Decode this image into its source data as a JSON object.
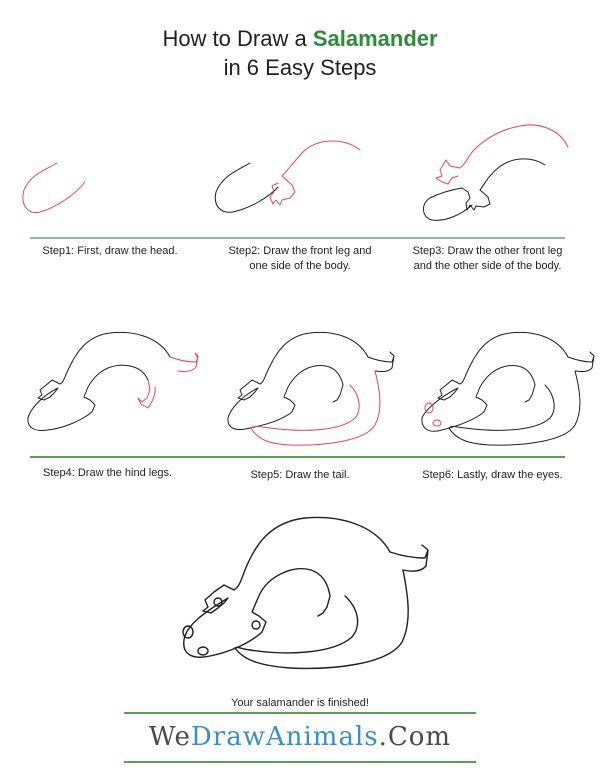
{
  "header": {
    "title_prefix": "How to Draw a ",
    "title_accent": "Salamander",
    "subtitle": "in 6 Easy Steps",
    "accent_color": "#2e8b3a"
  },
  "steps": [
    {
      "label": "Step1: First, draw the head."
    },
    {
      "label": "Step2: Draw the front leg and",
      "label2": "one side of the body."
    },
    {
      "label": "Step3: Draw the other front leg",
      "label2": "and the other side of the body."
    },
    {
      "label": "Step4: Draw the hind legs."
    },
    {
      "label": "Step5: Draw the tail."
    },
    {
      "label": "Step6: Lastly, draw the eyes."
    }
  ],
  "final": {
    "caption": "Your salamander is finished!"
  },
  "footer": {
    "logo_parts": [
      "We",
      "Draw",
      "Animals",
      ".",
      "Com"
    ],
    "divider_color": "#5aa05a",
    "new_stroke_color": "#e8474f"
  }
}
